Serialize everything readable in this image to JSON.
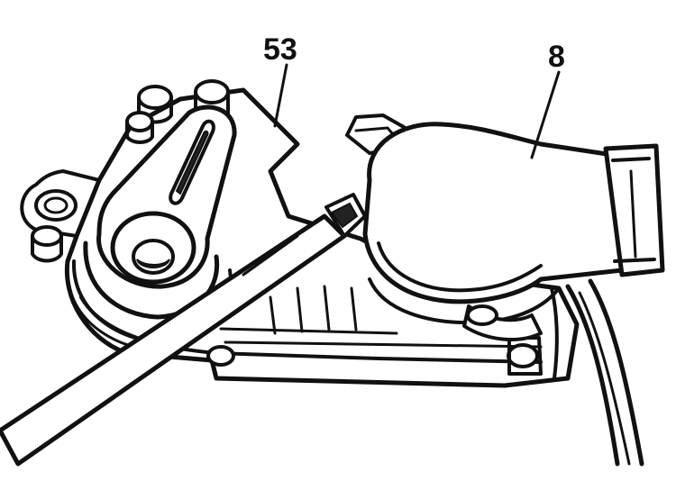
{
  "callouts": [
    {
      "id": "53",
      "label": "53"
    },
    {
      "id": "8",
      "label": "8"
    }
  ],
  "colors": {
    "ink": "#111111",
    "paper": "#ffffff"
  }
}
